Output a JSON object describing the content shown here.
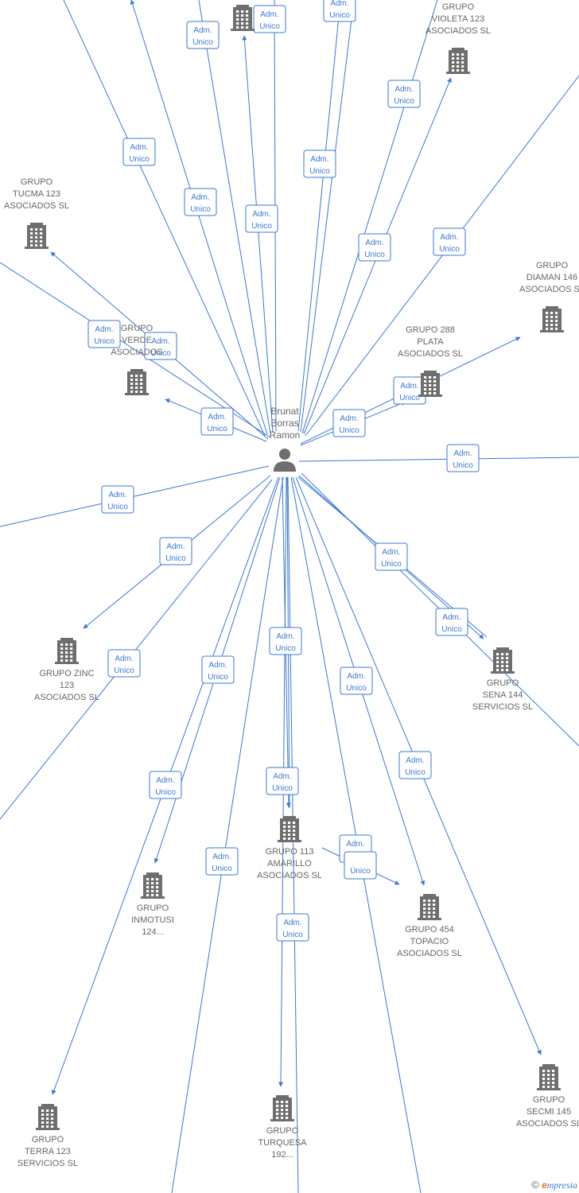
{
  "person": {
    "name_lines": [
      "Brunat",
      "Borras",
      "Ramon"
    ]
  },
  "edge_label": [
    "Adm.",
    "Unico"
  ],
  "edge_label_alt": "Único",
  "companies": [
    {
      "id": "violeta",
      "lines": [
        "GRUPO",
        "VIOLETA 123",
        "ASOCIADOS  SL"
      ]
    },
    {
      "id": "tucma",
      "lines": [
        "GRUPO",
        "TUCMA 123",
        "ASOCIADOS  SL"
      ]
    },
    {
      "id": "diaman",
      "lines": [
        "GRUPO",
        "DIAMAN 146",
        "ASOCIADOS  SL"
      ]
    },
    {
      "id": "verde",
      "lines": [
        "GRUPO",
        "VERDE",
        "ASOCIADOS"
      ]
    },
    {
      "id": "plata",
      "lines": [
        "GRUPO 288",
        "PLATA",
        "ASOCIADOS  SL"
      ]
    },
    {
      "id": "zinc",
      "lines": [
        "GRUPO ZINC",
        "123",
        "ASOCIADOS  SL"
      ]
    },
    {
      "id": "sena",
      "lines": [
        "GRUPO",
        "SENA 144",
        "SERVICIOS  SL"
      ]
    },
    {
      "id": "amarillo",
      "lines": [
        "GRUPO 113",
        "AMARILLO",
        "ASOCIADOS  SL"
      ]
    },
    {
      "id": "inmotusi",
      "lines": [
        "GRUPO",
        "INMOTUSI",
        "124..."
      ]
    },
    {
      "id": "topacio",
      "lines": [
        "GRUPO 454",
        "TOPACIO",
        "ASOCIADOS  SL"
      ]
    },
    {
      "id": "secmi",
      "lines": [
        "GRUPO",
        "SECMI 145",
        "ASOCIADOS  SL"
      ]
    },
    {
      "id": "terra",
      "lines": [
        "GRUPO",
        "TERRA 123",
        "SERVICIOS  SL"
      ]
    },
    {
      "id": "turquesa",
      "lines": [
        "GRUPO",
        "TURQUESA",
        "192..."
      ]
    },
    {
      "id": "top-center",
      "lines": []
    }
  ],
  "brand": {
    "copyright": "©",
    "initial": "e",
    "rest": "mpresia"
  },
  "colors": {
    "edge": "#3a78d4",
    "node": "#6e6e6e",
    "text": "#666666",
    "brand_accent": "#e07b00"
  }
}
